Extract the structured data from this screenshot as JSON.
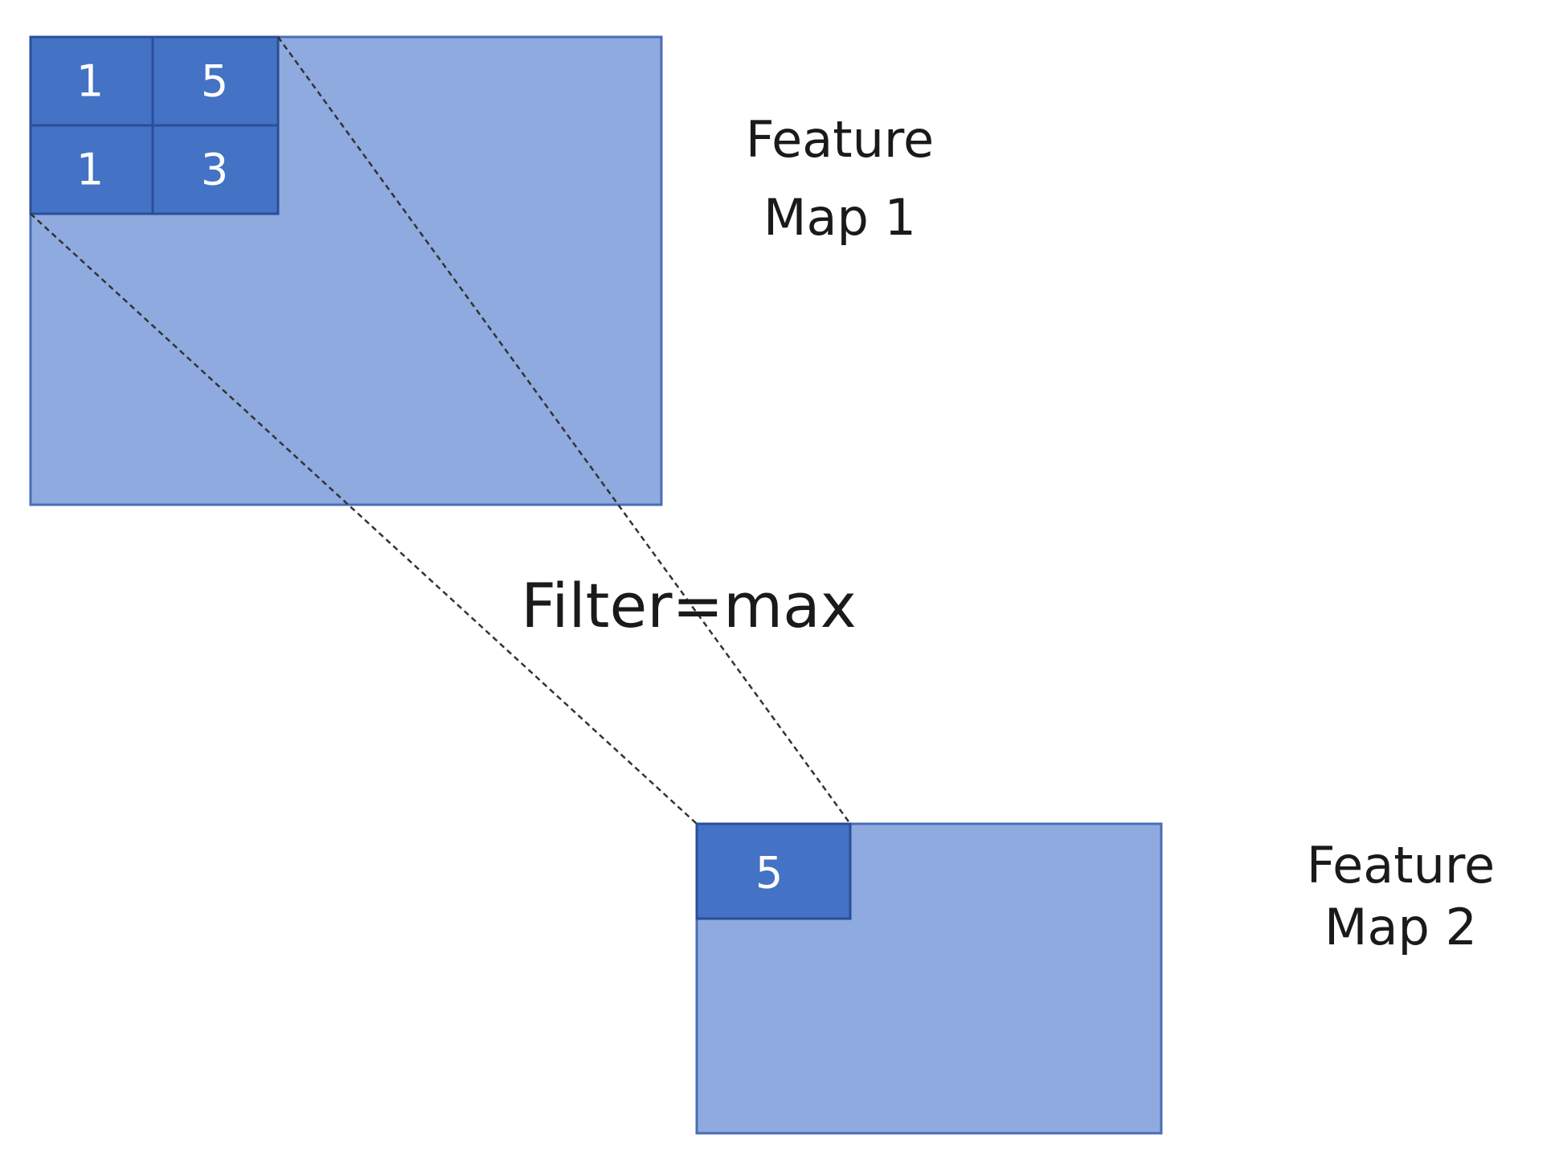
{
  "colors": {
    "map_fill": "#8eaadf",
    "map_border": "#4a6db5",
    "cell_fill": "#4472c4",
    "cell_border": "#2a4f9a",
    "text_on_cell": "#ffffff",
    "label_text": "#1a1a1a",
    "connector": "#333333"
  },
  "feature_map_1": {
    "label_line1": "Feature",
    "label_line2": "Map 1",
    "pool_window": {
      "cells": [
        "1",
        "5",
        "1",
        "3"
      ]
    }
  },
  "operation": {
    "label": "Filter=max"
  },
  "feature_map_2": {
    "label_line1": "Feature",
    "label_line2": "Map 2",
    "output_cell": "5"
  }
}
